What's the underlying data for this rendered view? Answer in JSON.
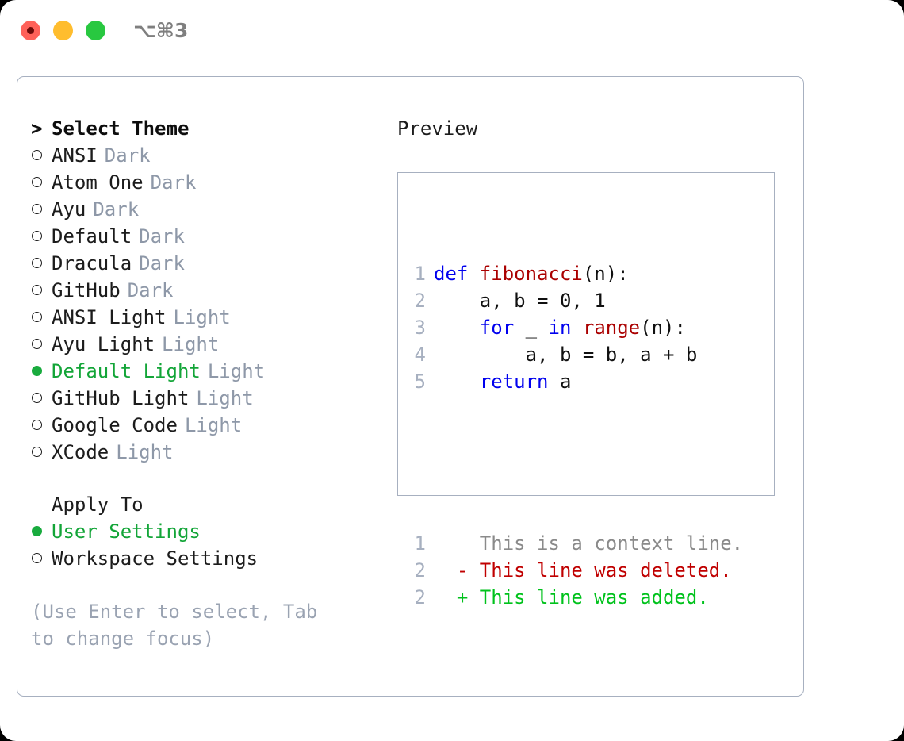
{
  "window": {
    "shortcut": "⌥⌘3",
    "traffic_lights": [
      {
        "name": "close-button",
        "color": "#ff6159",
        "recording": true
      },
      {
        "name": "minimize-button",
        "color": "#ffbd2e",
        "recording": false
      },
      {
        "name": "maximize-button",
        "color": "#28c840",
        "recording": false
      }
    ]
  },
  "theme_picker": {
    "caret": ">",
    "title": "Select Theme",
    "items": [
      {
        "label": "ANSI",
        "tag": "Dark",
        "selected": false
      },
      {
        "label": "Atom One",
        "tag": "Dark",
        "selected": false
      },
      {
        "label": "Ayu",
        "tag": "Dark",
        "selected": false
      },
      {
        "label": "Default",
        "tag": "Dark",
        "selected": false
      },
      {
        "label": "Dracula",
        "tag": "Dark",
        "selected": false
      },
      {
        "label": "GitHub",
        "tag": "Dark",
        "selected": false
      },
      {
        "label": "ANSI Light",
        "tag": "Light",
        "selected": false
      },
      {
        "label": "Ayu Light",
        "tag": "Light",
        "selected": false
      },
      {
        "label": "Default Light",
        "tag": "Light",
        "selected": true
      },
      {
        "label": "GitHub Light",
        "tag": "Light",
        "selected": false
      },
      {
        "label": "Google Code",
        "tag": "Light",
        "selected": false
      },
      {
        "label": "XCode",
        "tag": "Light",
        "selected": false
      }
    ]
  },
  "apply_to": {
    "title": "Apply To",
    "items": [
      {
        "label": "User Settings",
        "selected": true
      },
      {
        "label": "Workspace Settings",
        "selected": false
      }
    ]
  },
  "hint": "(Use Enter to select, Tab to change focus)",
  "preview": {
    "title": "Preview",
    "code_lines": [
      {
        "num": "1",
        "tokens": [
          {
            "text": "def ",
            "kind": "kw"
          },
          {
            "text": "fibonacci",
            "kind": "fn"
          },
          {
            "text": "(n):",
            "kind": "plain"
          }
        ]
      },
      {
        "num": "2",
        "tokens": [
          {
            "text": "    a, b = 0, 1",
            "kind": "plain"
          }
        ]
      },
      {
        "num": "3",
        "tokens": [
          {
            "text": "    ",
            "kind": "plain"
          },
          {
            "text": "for",
            "kind": "kw"
          },
          {
            "text": " _ ",
            "kind": "plain"
          },
          {
            "text": "in",
            "kind": "kw"
          },
          {
            "text": " ",
            "kind": "plain"
          },
          {
            "text": "range",
            "kind": "fn"
          },
          {
            "text": "(n):",
            "kind": "plain"
          }
        ]
      },
      {
        "num": "4",
        "tokens": [
          {
            "text": "        a, b = b, a + b",
            "kind": "plain"
          }
        ]
      },
      {
        "num": "5",
        "tokens": [
          {
            "text": "    ",
            "kind": "plain"
          },
          {
            "text": "return",
            "kind": "kw"
          },
          {
            "text": " a",
            "kind": "plain"
          }
        ]
      }
    ],
    "diff_lines": [
      {
        "num": "1",
        "marker": " ",
        "text": "This is a context line.",
        "kind": "ctx"
      },
      {
        "num": "2",
        "marker": "-",
        "text": "This line was deleted.",
        "kind": "del"
      },
      {
        "num": "2",
        "marker": "+",
        "text": "This line was added.",
        "kind": "add"
      }
    ]
  },
  "colors": {
    "accent_green": "#13a538",
    "muted": "#8e98a8",
    "border": "#a7b0c0",
    "keyword": "#0000ee",
    "function": "#aa0000",
    "diff_add": "#00c21c",
    "diff_del": "#c00000",
    "diff_ctx": "#8a8a8a"
  }
}
